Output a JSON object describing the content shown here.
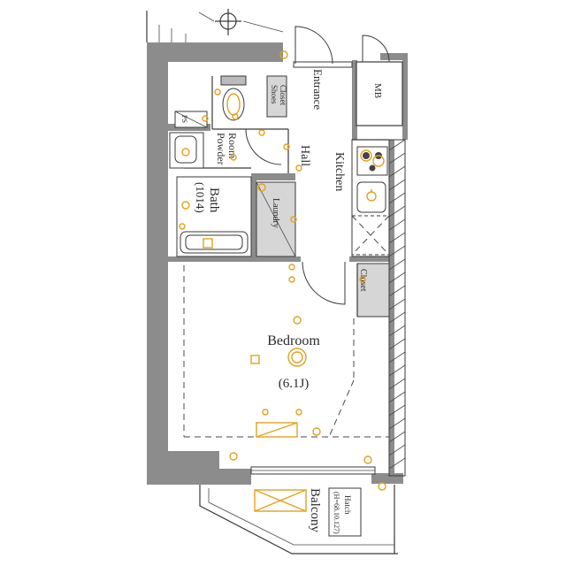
{
  "rooms": {
    "entrance": "Entrance",
    "shoes_closet": "Shoes\nCloset",
    "mb": "MB",
    "ps": "PS",
    "powder_room": "Powder\nRoom",
    "hall": "Hall",
    "kitchen": "Kitchen",
    "bath": "Bath",
    "bath_size": "(1014)",
    "laundry": "Laundry",
    "closet": "Closet",
    "bedroom": "Bedroom",
    "bedroom_size": "(6.1J)",
    "balcony": "Balcony",
    "hatch": "Hatch",
    "hatch_spec": "(H=68.10.127)"
  },
  "colors": {
    "wall": "#8c8c8c",
    "fixture_marks": "#e2a21c",
    "line": "#3a3a3a"
  },
  "icons": [
    "north-compass-icon",
    "door-swing-icon",
    "stove-icon",
    "sink-icon",
    "bathtub-icon",
    "toilet-icon",
    "ceiling-light-icon",
    "outlet-icon"
  ]
}
